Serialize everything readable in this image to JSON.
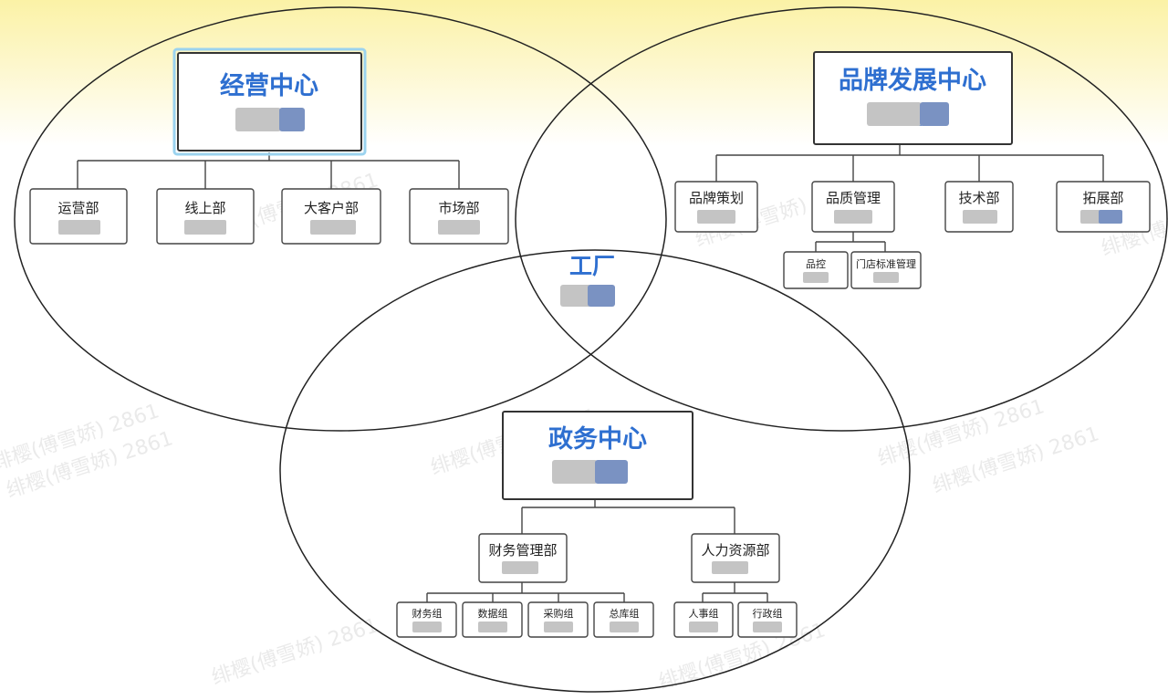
{
  "colors": {
    "title_blue": "#2e6fd0",
    "line": "#444444",
    "header_yellow": "#fbf2a6"
  },
  "watermark": "绯樱(傅雪娇) 2861",
  "centers": {
    "operations": {
      "title": "经营中心",
      "departments": [
        {
          "name": "运营部"
        },
        {
          "name": "线上部"
        },
        {
          "name": "大客户部"
        },
        {
          "name": "市场部"
        }
      ]
    },
    "brand": {
      "title": "品牌发展中心",
      "departments": [
        {
          "name": "品牌策划"
        },
        {
          "name": "品质管理",
          "children": [
            {
              "name": "品控"
            },
            {
              "name": "门店标准管理"
            }
          ]
        },
        {
          "name": "技术部"
        },
        {
          "name": "拓展部"
        }
      ]
    },
    "factory": {
      "title": "工厂"
    },
    "government": {
      "title": "政务中心",
      "departments": [
        {
          "name": "财务管理部",
          "children": [
            {
              "name": "财务组"
            },
            {
              "name": "数据组"
            },
            {
              "name": "采购组"
            },
            {
              "name": "总库组"
            }
          ]
        },
        {
          "name": "人力资源部",
          "children": [
            {
              "name": "人事组"
            },
            {
              "name": "行政组"
            }
          ]
        }
      ]
    }
  }
}
